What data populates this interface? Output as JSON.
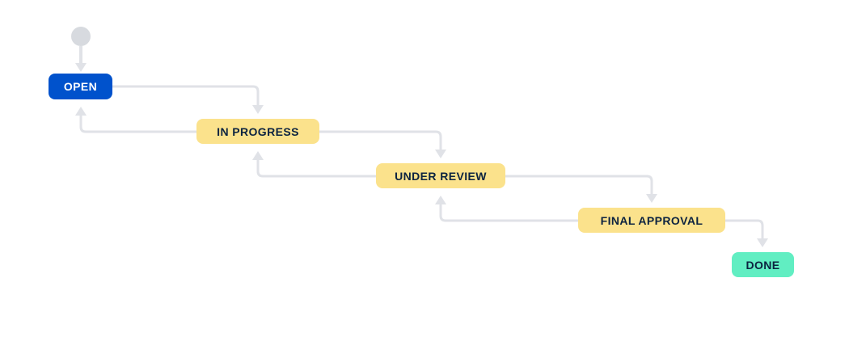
{
  "diagram": {
    "kind": "workflow-status-diagram",
    "nodes": [
      {
        "id": "start",
        "label": "",
        "shape": "circle",
        "bg": "#D7DADF",
        "text_color": ""
      },
      {
        "id": "open",
        "label": "OPEN",
        "shape": "rounded-rect",
        "bg": "#0052CC",
        "text_color": "#FFFFFF"
      },
      {
        "id": "in-progress",
        "label": "IN PROGRESS",
        "shape": "rounded-rect",
        "bg": "#FBE28C",
        "text_color": "#0C2340"
      },
      {
        "id": "under-review",
        "label": "UNDER REVIEW",
        "shape": "rounded-rect",
        "bg": "#FBE28C",
        "text_color": "#0C2340"
      },
      {
        "id": "final-approval",
        "label": "FINAL APPROVAL",
        "shape": "rounded-rect",
        "bg": "#FBE28C",
        "text_color": "#0C2340"
      },
      {
        "id": "done",
        "label": "DONE",
        "shape": "rounded-rect",
        "bg": "#61EEC2",
        "text_color": "#0C2340"
      }
    ],
    "transitions": [
      {
        "from": "start",
        "to": "open",
        "direction": "forward"
      },
      {
        "from": "open",
        "to": "in-progress",
        "direction": "forward"
      },
      {
        "from": "in-progress",
        "to": "open",
        "direction": "back"
      },
      {
        "from": "in-progress",
        "to": "under-review",
        "direction": "forward"
      },
      {
        "from": "under-review",
        "to": "in-progress",
        "direction": "back"
      },
      {
        "from": "under-review",
        "to": "final-approval",
        "direction": "forward"
      },
      {
        "from": "final-approval",
        "to": "under-review",
        "direction": "back"
      },
      {
        "from": "final-approval",
        "to": "done",
        "direction": "forward"
      }
    ],
    "colors": {
      "background": "#FFFFFF",
      "connector": "#E0E2E7",
      "start_node": "#D7DADF"
    }
  }
}
